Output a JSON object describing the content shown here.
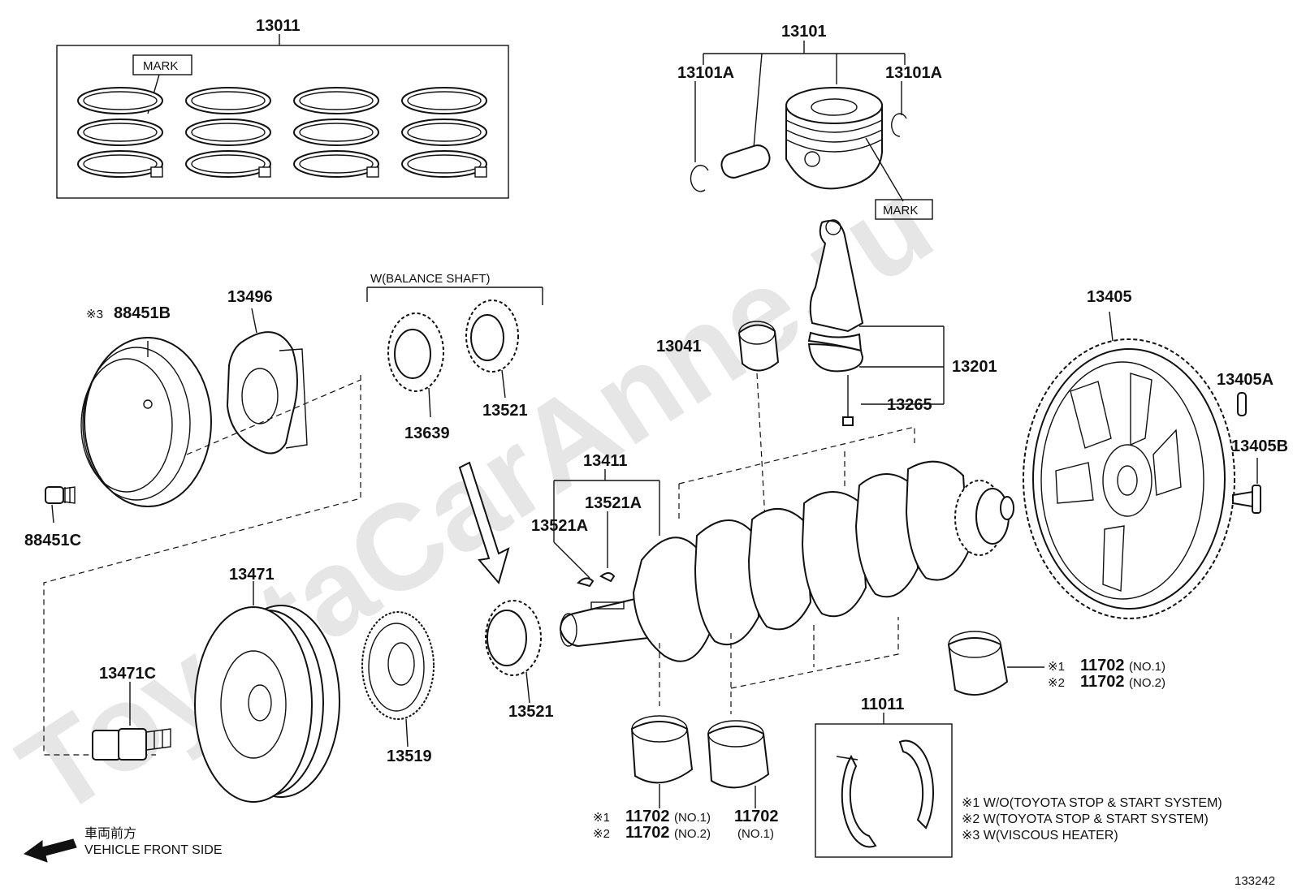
{
  "watermark": "ToyotaCarAnne.ru",
  "figure_id": "133242",
  "labels": {
    "p13011": "13011",
    "mark1": "MARK",
    "p13101": "13101",
    "p13101a_l": "13101A",
    "p13101a_r": "13101A",
    "mark2": "MARK",
    "note3": "※3",
    "p88451b": "88451B",
    "p13496": "13496",
    "balance_shaft": "W(BALANCE SHAFT)",
    "p13639": "13639",
    "p13521_top": "13521",
    "p88451c": "88451C",
    "p13041": "13041",
    "p13201": "13201",
    "p13265": "13265",
    "p13405": "13405",
    "p13405a": "13405A",
    "p13405b": "13405B",
    "p13411": "13411",
    "p13521a_1": "13521A",
    "p13521a_2": "13521A",
    "p13471": "13471",
    "p13471c": "13471C",
    "p13519": "13519",
    "p13521_bot": "13521",
    "p11011": "11011",
    "r_mark1": "※1",
    "r_11702_1": "11702",
    "r_no1": "(NO.1)",
    "r_mark2": "※2",
    "r_11702_2": "11702",
    "r_no2": "(NO.2)",
    "b_mark1": "※1",
    "b_11702_1": "11702",
    "b_no1": "(NO.1)",
    "b_mark2": "※2",
    "b_11702_2": "11702",
    "b_no2": "(NO.2)",
    "c_11702": "11702",
    "c_no1": "(NO.1)",
    "front_jp": "車両前方",
    "front_en": "VEHICLE FRONT SIDE"
  },
  "legend": [
    "※1  W/O(TOYOTA STOP & START SYSTEM)",
    "※2  W(TOYOTA STOP & START SYSTEM)",
    "※3  W(VISCOUS HEATER)"
  ]
}
